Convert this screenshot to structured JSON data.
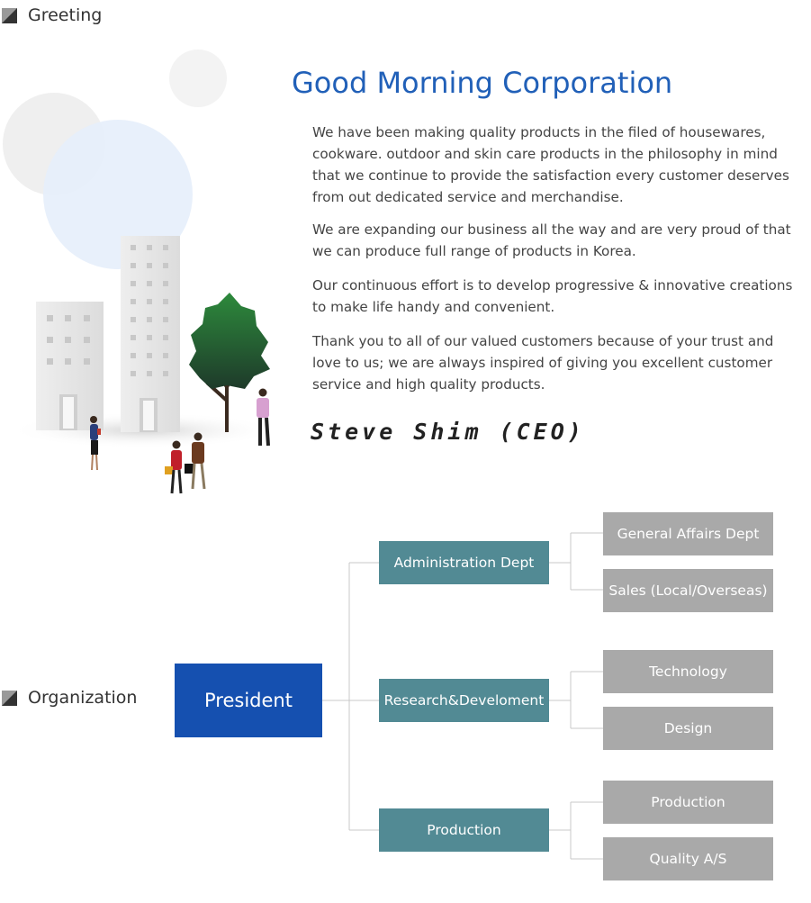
{
  "greeting": {
    "section_title": "Greeting",
    "company_title": "Good Morning Corporation",
    "paragraphs": [
      "We have been making quality products in the filed of housewares, cookware. outdoor and skin care products in the philosophy in mind that we continue to provide the satisfaction every customer deserves from out dedicated service and merchandise.",
      "We are expanding our business all the way and are very proud of that we can produce full range of products in Korea.",
      "Our continuous effort is to develop progressive & innovative creations to make life handy and convenient.",
      "Thank you to all of our valued customers because of your trust and love to us; we are always inspired of giving you excellent customer service and high quality products."
    ],
    "signature": "Steve Shim (CEO)"
  },
  "organization": {
    "section_title": "Organization",
    "president": "President",
    "departments": [
      {
        "name": "Administration Dept",
        "subs": [
          "General Affairs Dept",
          "Sales (Local/Overseas)"
        ]
      },
      {
        "name": "Research&Develoment",
        "subs": [
          "Technology",
          "Design"
        ]
      },
      {
        "name": "Production",
        "subs": [
          "Production",
          "Quality A/S"
        ]
      }
    ]
  },
  "colors": {
    "title_blue": "#2160b8",
    "president_blue": "#1550b0",
    "dept_teal": "#528a94",
    "sub_gray": "#a9a9a9"
  },
  "icons": {
    "section_marker": "square-triangle-icon",
    "illustration": "city-buildings-people-illustration"
  }
}
